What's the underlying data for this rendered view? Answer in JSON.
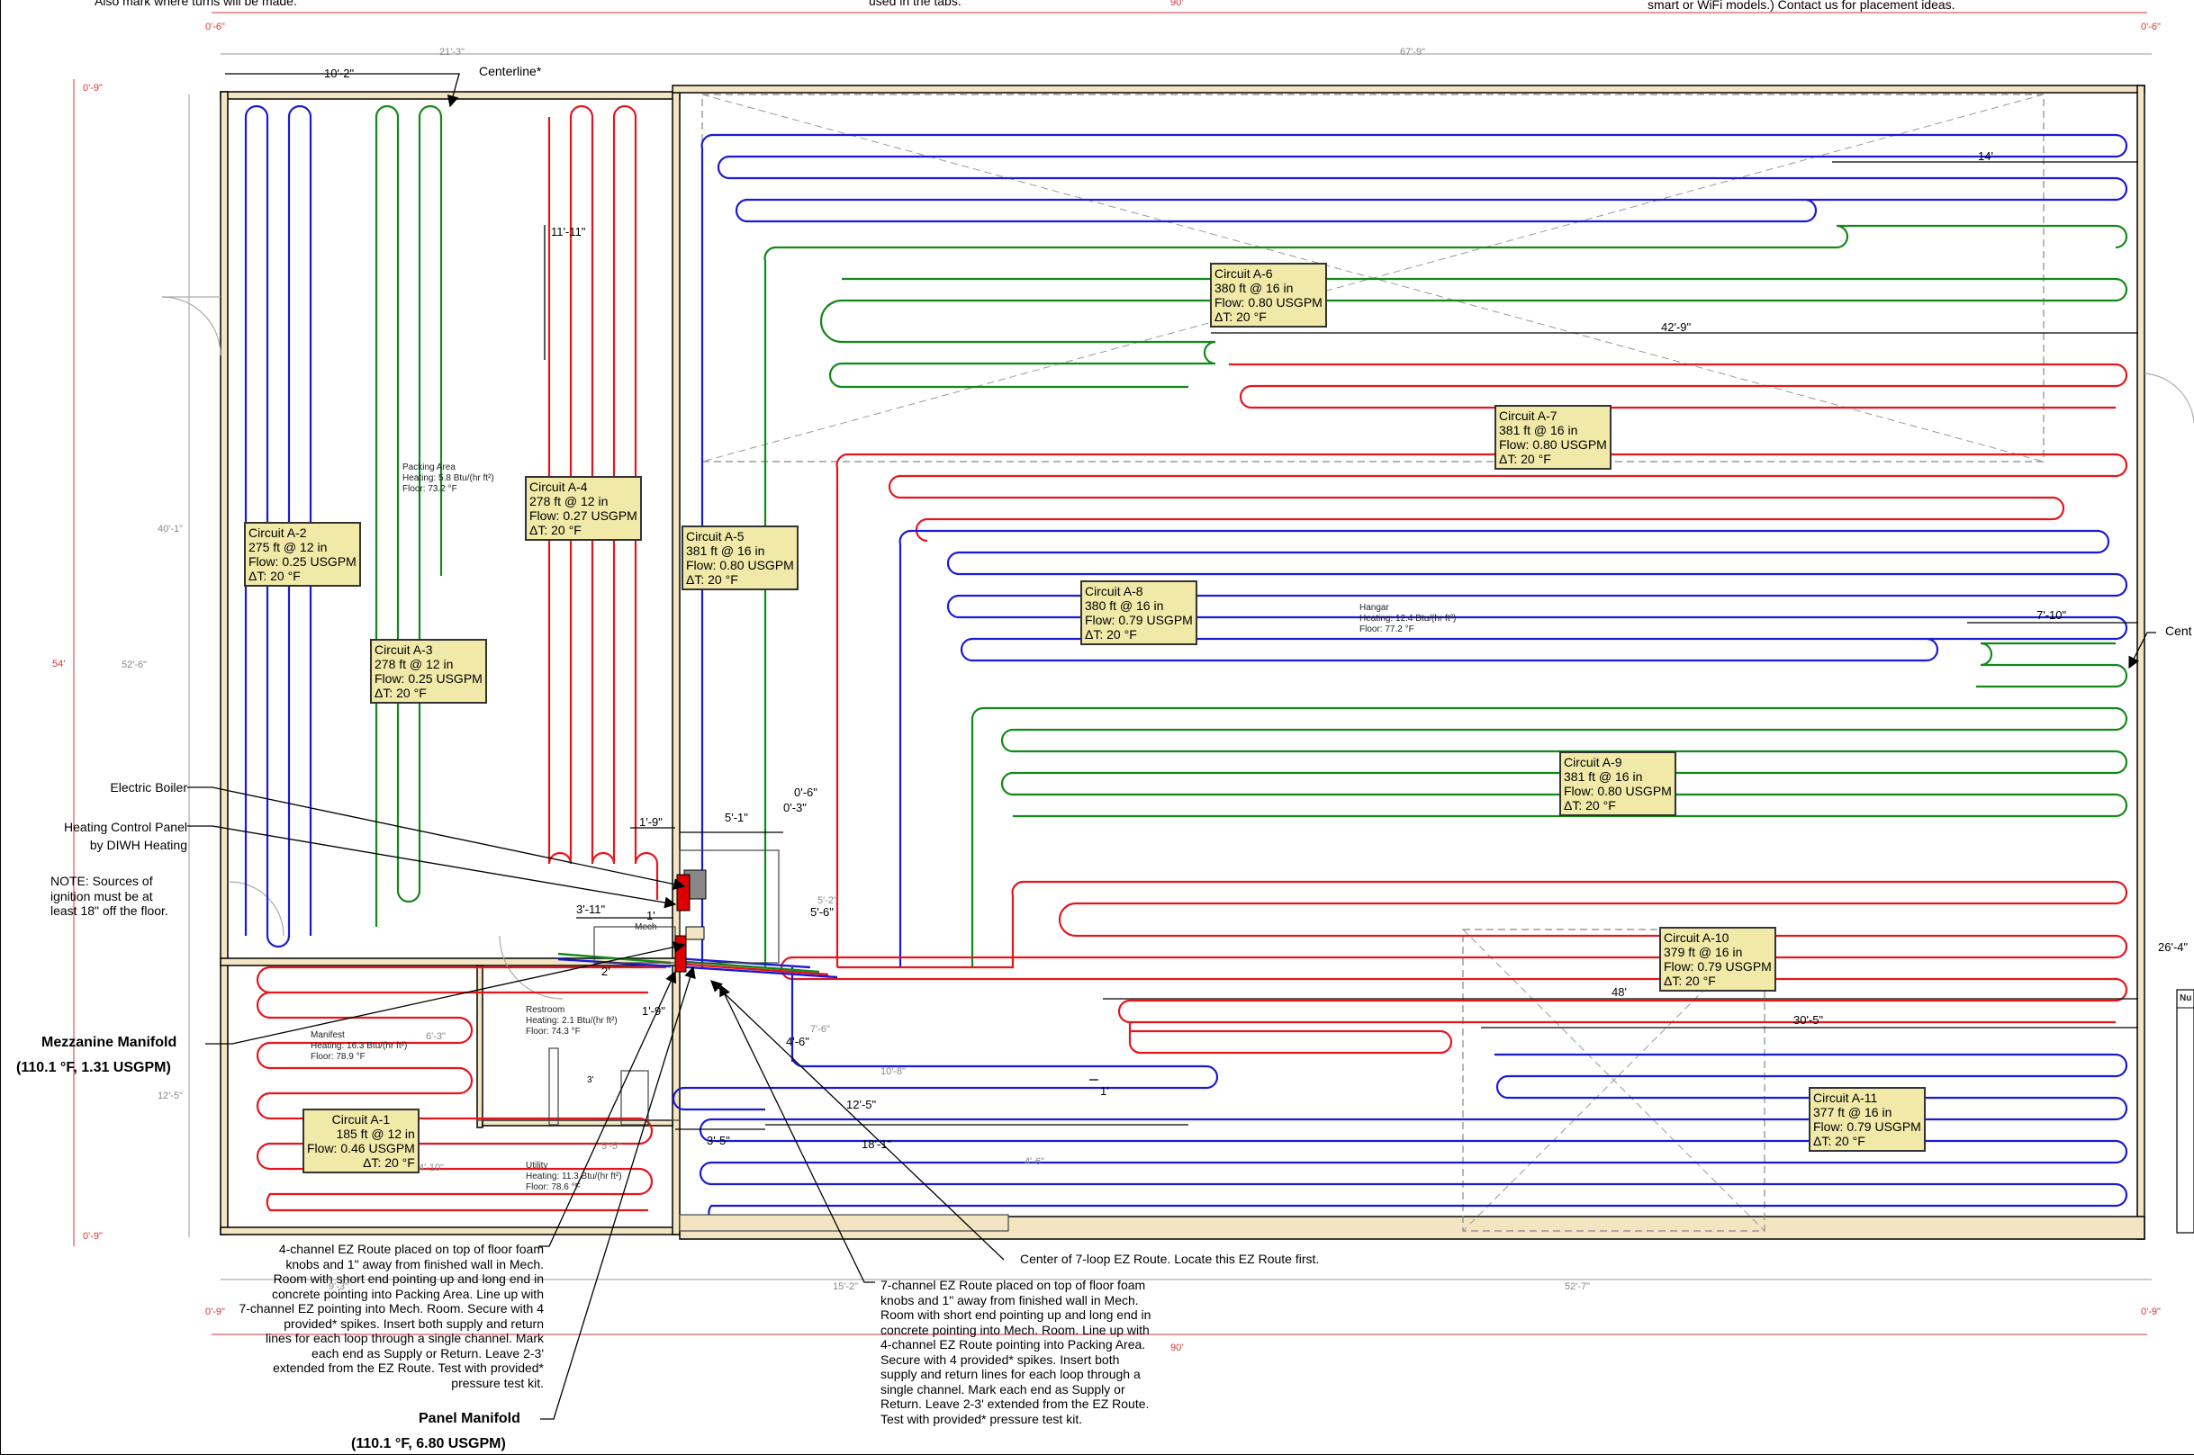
{
  "top_notes": {
    "left": "Also mark where turns will be made.",
    "middle": "used in the tabs.",
    "right": "smart or WiFi models.)  Contact us for placement ideas."
  },
  "callouts": {
    "centerline_top": "Centerline*",
    "centerline_right": "Cent",
    "electric_boiler": "Electric Boiler",
    "control_panel_1": "Heating Control Panel",
    "control_panel_2": "by DIWH Heating",
    "ignition_note": [
      "NOTE: Sources of",
      "ignition must be at",
      "least 18\" off the floor."
    ],
    "mezzanine_title": "Mezzanine Manifold",
    "mezzanine_spec": "(110.1 °F, 1.31 USGPM)",
    "panel_title": "Panel Manifold",
    "panel_spec": "(110.1 °F, 6.80 USGPM)",
    "center_7loop": "Center of 7-loop EZ Route.  Locate this EZ Route first.",
    "ez4_note": [
      "4-channel EZ Route placed on top of floor foam",
      "knobs and 1\" away from finished wall in Mech.",
      "Room with short end pointing up and long end in",
      "concrete pointing into Packing Area. Line up with",
      "7-channel EZ pointing into Mech. Room. Secure with 4",
      "provided* spikes. Insert both supply and return",
      "lines for each loop through a single channel. Mark",
      "each end as Supply or Return.  Leave 2-3'",
      "extended from the EZ Route. Test with provided*",
      "pressure test kit."
    ],
    "ez7_note": [
      "7-channel EZ Route placed on top of floor foam",
      "knobs and 1\" away from finished wall in Mech.",
      "Room with short end pointing up and long end in",
      "concrete pointing into Mech. Room. Line up with",
      "4-channel EZ Route pointing into Packing Area.",
      "Secure with 4 provided* spikes. Insert both",
      "supply and return lines for each loop through a",
      "single channel. Mark each end as Supply or",
      "Return.  Leave 2-3' extended from the EZ Route.",
      "Test with provided* pressure test kit."
    ]
  },
  "circuits": [
    {
      "name": "Circuit A-1",
      "length": "185 ft @ 12 in",
      "flow": "Flow: 0.46 USGPM",
      "dt": "ΔT: 20 °F"
    },
    {
      "name": "Circuit A-2",
      "length": "275 ft @ 12 in",
      "flow": "Flow: 0.25 USGPM",
      "dt": "ΔT: 20 °F"
    },
    {
      "name": "Circuit A-3",
      "length": "278 ft @ 12 in",
      "flow": "Flow: 0.25 USGPM",
      "dt": "ΔT: 20 °F"
    },
    {
      "name": "Circuit A-4",
      "length": "278 ft @ 12 in",
      "flow": "Flow: 0.27 USGPM",
      "dt": "ΔT: 20 °F"
    },
    {
      "name": "Circuit A-5",
      "length": "381 ft @ 16 in",
      "flow": "Flow: 0.80 USGPM",
      "dt": "ΔT: 20 °F"
    },
    {
      "name": "Circuit A-6",
      "length": "380 ft @ 16 in",
      "flow": "Flow: 0.80 USGPM",
      "dt": "ΔT: 20 °F"
    },
    {
      "name": "Circuit A-7",
      "length": "381 ft @ 16 in",
      "flow": "Flow: 0.80 USGPM",
      "dt": "ΔT: 20 °F"
    },
    {
      "name": "Circuit A-8",
      "length": "380 ft @ 16 in",
      "flow": "Flow: 0.79 USGPM",
      "dt": "ΔT: 20 °F"
    },
    {
      "name": "Circuit A-9",
      "length": "381 ft @ 16 in",
      "flow": "Flow: 0.80 USGPM",
      "dt": "ΔT: 20 °F"
    },
    {
      "name": "Circuit A-10",
      "length": "379 ft @ 16 in",
      "flow": "Flow: 0.79 USGPM",
      "dt": "ΔT: 20 °F"
    },
    {
      "name": "Circuit A-11",
      "length": "377 ft @ 16 in",
      "flow": "Flow: 0.79 USGPM",
      "dt": "ΔT: 20 °F"
    }
  ],
  "rooms": {
    "packing": [
      "Packing Area",
      "Heating: 5.8 Btu/(hr ft²)",
      "Floor: 73.2 °F"
    ],
    "hangar": [
      "Hangar",
      "Heating: 12.4 Btu/(hr ft²)",
      "Floor: 77.2 °F"
    ],
    "manifest": [
      "Manifest",
      "Heating: 16.3 Btu/(hr ft²)",
      "Floor: 78.9 °F"
    ],
    "restroom": [
      "Restroom",
      "Heating: 2.1 Btu/(hr ft²)",
      "Floor: 74.3 °F"
    ],
    "utility": [
      "Utility",
      "Heating: 11.3 Btu/(hr ft²)",
      "Floor: 78.6 °F"
    ],
    "mech": "Mech"
  },
  "dimensions": {
    "d_10_2": "10'-2\"",
    "d_11_11": "11'-11\"",
    "d_14": "14'",
    "d_42_9": "42'-9\"",
    "d_7_10": "7'-10\"",
    "d_26_4": "26'-4\"",
    "d_48": "48'",
    "d_30_5": "30'-5\"",
    "d_1_9a": "1'-9\"",
    "d_5_1": "5'-1\"",
    "d_0_6": "0'-6\"",
    "d_0_3": "0'-3\"",
    "d_3_11": "3'-11\"",
    "d_1": "1'",
    "d_5_6": "5'-6\"",
    "d_2": "2'",
    "d_1_9b": "1'-9\"",
    "d_4_6": "4'-6\"",
    "d_12_5": "12'-5\"",
    "d_18_1": "18'-1\"",
    "d_3_5": "3'-5\"",
    "d_1b": "1'",
    "d_3": "3'",
    "g_21_3": "21'-3\"",
    "g_67_9": "67'-9\"",
    "g_40_1": "40'-1\"",
    "g_52_6": "52'-6\"",
    "g_12_5": "12'-5\"",
    "g_9_3": "9'-3\"",
    "g_15_2": "15'-2\"",
    "g_52_7": "52'-7\"",
    "g_10_8": "10'-8\"",
    "g_4_6": "4'-6\"",
    "g_5_5": "5'-5\"",
    "g_7_6": "7'-6\"",
    "g_4_10": "4'-10\"",
    "g_5_2": "5'-2\"",
    "g_6_3": "6'-3\"",
    "r_54": "54'",
    "r_0_9a": "0'-9\"",
    "r_0_9b": "0'-9\"",
    "r_90": "90'",
    "r_90b": "90'",
    "r_0_6": "0'-6\"",
    "r_0_6b": "0'-6\"",
    "r_0_9c": "0'-9\"",
    "r_0_9d": "0'-9\""
  },
  "table_header": "Nu",
  "colors": {
    "red": "#e4161d",
    "blue": "#1a1ad6",
    "green": "#12891a",
    "wall": "#f3e4c2",
    "box": "#f0e9a8",
    "dim_red": "#d33333"
  }
}
